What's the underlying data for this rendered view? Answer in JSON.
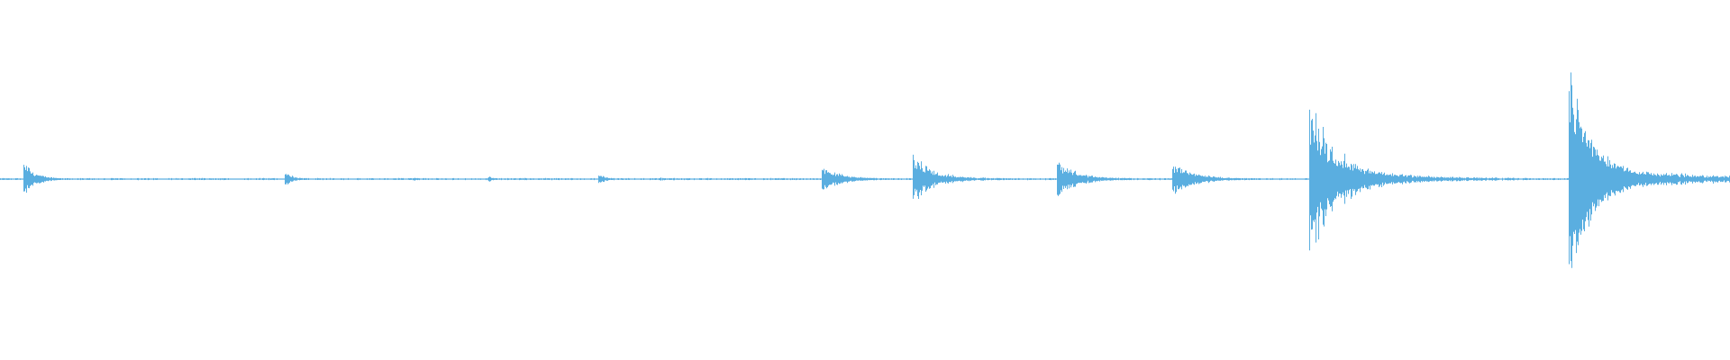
{
  "waveform": {
    "color": "#5aaee0",
    "background": "#ffffff",
    "duration_ratio": 1.0,
    "baseline_amplitude": 0.006,
    "events": [
      {
        "t": 0.015,
        "peak": 0.12,
        "decay": 0.006,
        "tail": 0.03
      },
      {
        "t": 0.166,
        "peak": 0.05,
        "decay": 0.004,
        "tail": 0.02
      },
      {
        "t": 0.24,
        "peak": 0.015,
        "decay": 0.003,
        "tail": 0.01
      },
      {
        "t": 0.283,
        "peak": 0.02,
        "decay": 0.004,
        "tail": 0.015
      },
      {
        "t": 0.347,
        "peak": 0.035,
        "decay": 0.004,
        "tail": 0.02
      },
      {
        "t": 0.382,
        "peak": 0.015,
        "decay": 0.003,
        "tail": 0.01
      },
      {
        "t": 0.476,
        "peak": 0.1,
        "decay": 0.01,
        "tail": 0.05
      },
      {
        "t": 0.529,
        "peak": 0.19,
        "decay": 0.01,
        "tail": 0.05
      },
      {
        "t": 0.612,
        "peak": 0.15,
        "decay": 0.01,
        "tail": 0.05
      },
      {
        "t": 0.679,
        "peak": 0.12,
        "decay": 0.012,
        "tail": 0.04
      },
      {
        "t": 0.758,
        "peak": 0.65,
        "decay": 0.014,
        "tail": 0.06
      },
      {
        "t": 0.908,
        "peak": 0.9,
        "decay": 0.01,
        "tail": 0.08
      },
      {
        "t": 0.915,
        "peak": 0.53,
        "decay": 0.012,
        "tail": 0.06
      }
    ]
  }
}
